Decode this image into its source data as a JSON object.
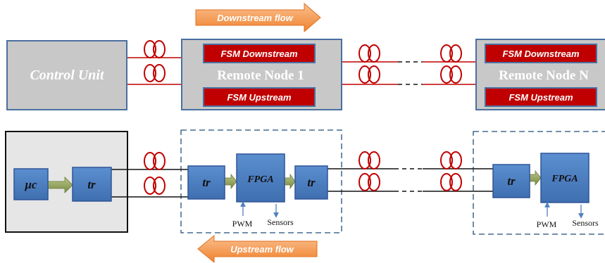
{
  "arrows": {
    "downstream": "Downstream flow",
    "upstream": "Upstream flow"
  },
  "top_row": {
    "control_unit": "Control Unit",
    "node1": {
      "title": "Remote Node 1",
      "fsm_down": "FSM Downstream",
      "fsm_up": "FSM Upstream"
    },
    "nodeN": {
      "title": "Remote Node N",
      "fsm_down": "FSM Downstream",
      "fsm_up": "FSM Upstream"
    }
  },
  "bottom_row": {
    "controller": {
      "mc": "μc",
      "tr": "tr"
    },
    "node1": {
      "tr_in": "tr",
      "fpga": "FPGA",
      "tr_out": "tr",
      "pwm": "PWM",
      "sensors": "Sensors"
    },
    "nodeN": {
      "tr": "tr",
      "fpga": "FPGA",
      "pwm": "PWM",
      "sensors": "Sensors"
    }
  },
  "colors": {
    "orange": "#f79646",
    "gray_box": "#c8c8c8",
    "box_border": "#4a6fa0",
    "fsm_red": "#c00000",
    "blue_block": "#4f81bd",
    "fiber_red": "#c00000",
    "dashed": "#1f4e79"
  }
}
